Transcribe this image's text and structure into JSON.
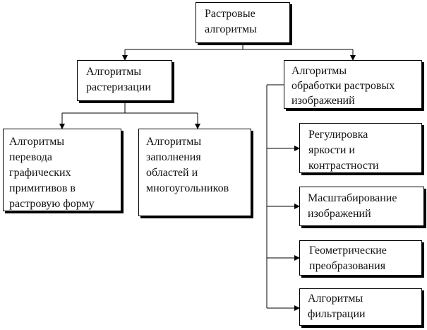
{
  "diagram": {
    "root": {
      "text": "Растровые\nалгоритмы"
    },
    "rasterization": {
      "text": "Алгоритмы\nрастеризации"
    },
    "processing": {
      "text": "Алгоритмы\nобработки растровых\nизображений"
    },
    "primitives": {
      "text": "Алгоритмы\nперевода\nграфических\nпримитивов в\nрастровую форму"
    },
    "fill": {
      "text": "Алгоритмы\nзаполнения\nобластей и\nмногоугольников"
    },
    "brightness": {
      "text": "Регулировка\nяркости и\nконтрастности"
    },
    "scaling": {
      "text": "Масштабирование\nизображений"
    },
    "geometric": {
      "text": "Геометрические\nпреобразования"
    },
    "filtering": {
      "text": "Алгоритмы\nфильтрации"
    }
  }
}
